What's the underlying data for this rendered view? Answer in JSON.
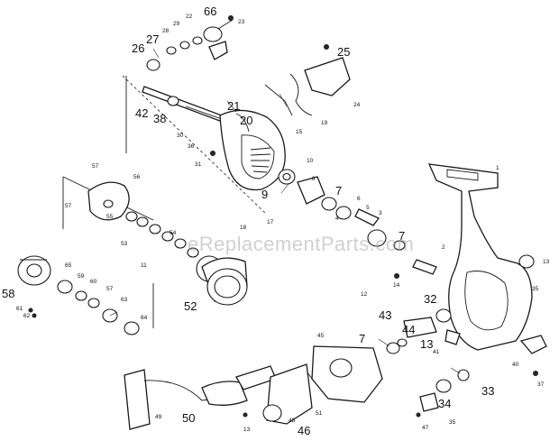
{
  "watermark": "eReplacementParts.com",
  "labels_big": [
    "66",
    "26",
    "27",
    "25",
    "42",
    "38",
    "21",
    "20",
    "9",
    "7",
    "7",
    "58",
    "52",
    "32",
    "43",
    "44",
    "7",
    "13",
    "33",
    "34",
    "50",
    "46"
  ],
  "labels_small": [
    "22",
    "23",
    "28",
    "29",
    "24",
    "19",
    "30",
    "36",
    "15",
    "31",
    "10",
    "8",
    "6",
    "5",
    "4",
    "3",
    "2",
    "1",
    "57",
    "56",
    "57",
    "55",
    "53",
    "54",
    "11",
    "18",
    "17",
    "65",
    "59",
    "60",
    "57",
    "63",
    "64",
    "61",
    "62",
    "14",
    "12",
    "13",
    "35",
    "45",
    "40",
    "41",
    "37",
    "35",
    "47",
    "48",
    "51",
    "49",
    "13"
  ]
}
